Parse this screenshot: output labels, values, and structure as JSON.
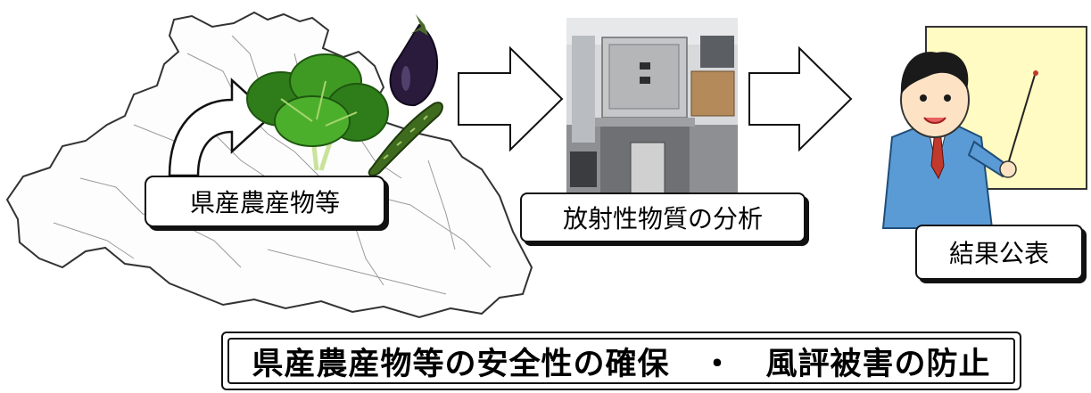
{
  "steps": {
    "produce_label": "県産農産物等",
    "analysis_label": "放射性物質の分析",
    "publish_label": "結果公表"
  },
  "banner": {
    "text": "県産農産物等の安全性の確保　・　風評被害の防止"
  },
  "icons": {
    "map": "saitama-prefecture-map-icon",
    "spinach": "spinach-icon",
    "eggplant": "eggplant-icon",
    "cucumber": "cucumber-icon",
    "curved_arrow": "curved-arrow-icon",
    "flow_arrow": "right-arrow-icon",
    "instrument": "radiation-analyzer-photo",
    "presenter": "presenter-with-board-icon"
  }
}
